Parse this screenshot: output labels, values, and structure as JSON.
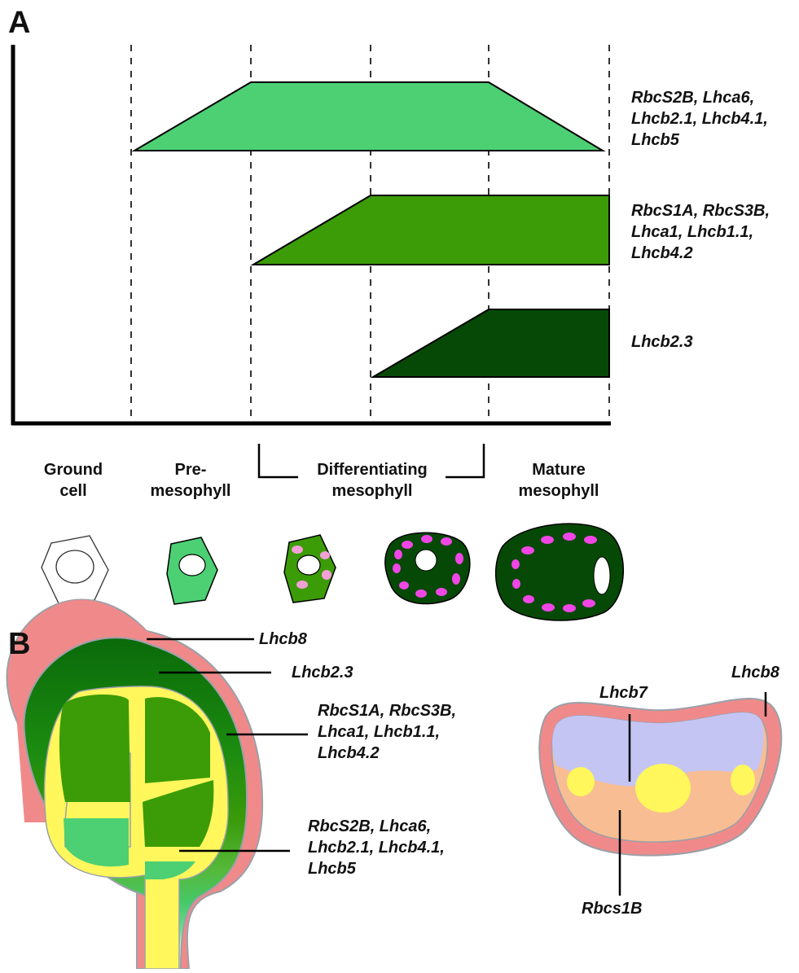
{
  "panel_a": {
    "letter": "A",
    "gene_groups": [
      {
        "text": "RbcS2B, Lhca6,\nLhcb2.1, Lhcb4.1,\nLhcb5",
        "color": "#4cd073"
      },
      {
        "text": "RbcS1A, RbcS3B,\nLhca1, Lhcb1.1,\nLhcb4.2",
        "color": "#3c9c07"
      },
      {
        "text": "Lhcb2.3",
        "color": "#064906"
      }
    ],
    "stages": [
      {
        "text": "Ground\ncell"
      },
      {
        "text": "Pre-\nmesophyll"
      },
      {
        "text": "Differentiating\nmesophyll"
      },
      {
        "text": "Mature\nmesophyll"
      }
    ]
  },
  "panel_b": {
    "letter": "B",
    "leaf_labels": [
      {
        "text": "Lhcb8"
      },
      {
        "text": "Lhcb2.3"
      },
      {
        "text": "RbcS1A, RbcS3B,\nLhca1, Lhcb1.1,\nLhcb4.2"
      },
      {
        "text": "RbcS2B, Lhca6,\nLhcb2.1, Lhcb4.1,\nLhcb5"
      }
    ],
    "section_labels": [
      {
        "text": "Lhcb7"
      },
      {
        "text": "Lhcb8"
      },
      {
        "text": "Rbcs1B"
      }
    ]
  },
  "colors": {
    "light_green": "#4cd073",
    "mid_green": "#3c9c07",
    "dark_green": "#064906",
    "pink_chloroplast": "#f046e6",
    "light_pink": "#f4a0d8",
    "epidermis": "#f08a8a",
    "vein_yellow": "#fff75c",
    "lavender": "#c5c5f4",
    "peach": "#f8bd92"
  }
}
